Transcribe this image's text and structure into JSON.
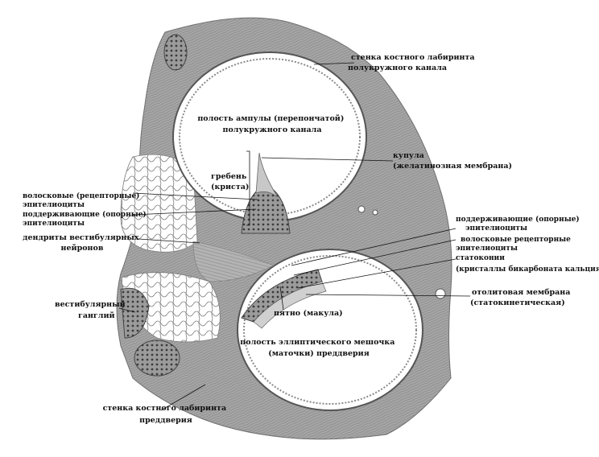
{
  "colors": {
    "tissue": "#a9a9a9",
    "tissue_dark": "#7a7a7a",
    "cavity": "#ffffff",
    "ink": "#111111"
  },
  "labels": {
    "bony_wall_canal": [
      "стенка костного лабиринта",
      "полукружного канала"
    ],
    "ampulla_cavity": [
      "полость ампулы (перепончатой)",
      "полукружного канала"
    ],
    "cupula": [
      "купула",
      "(желатинозная мембрана)"
    ],
    "crest": [
      "гребень",
      "(криста)"
    ],
    "hair_cells_left": [
      "волосковые (рецепторные)",
      "эпителиоциты"
    ],
    "support_cells_left": [
      "поддерживающие (опорные)",
      "эпителиоциты"
    ],
    "dendrites": [
      "дендриты вестибулярных",
      "нейронов"
    ],
    "support_cells_right": [
      "поддерживающие (опорные)",
      "эпителиоциты"
    ],
    "hair_cells_right": [
      "волосковые рецепторные",
      "эпителиоциты"
    ],
    "statoconia": [
      "статоконии",
      "(кристаллы бикарбоната кальция)"
    ],
    "otolith_membrane": [
      "отолитовая мембрана",
      "(статокинетическая)"
    ],
    "macula": "пятно (макула)",
    "vestibular_ganglion": [
      "вестибулярный",
      "ганглий"
    ],
    "utricle_cavity": [
      "полость эллиптического мешочка",
      "(маточки) преддверия"
    ],
    "bony_wall_vestibule": [
      "стенка костного лабиринта",
      "преддверия"
    ]
  }
}
